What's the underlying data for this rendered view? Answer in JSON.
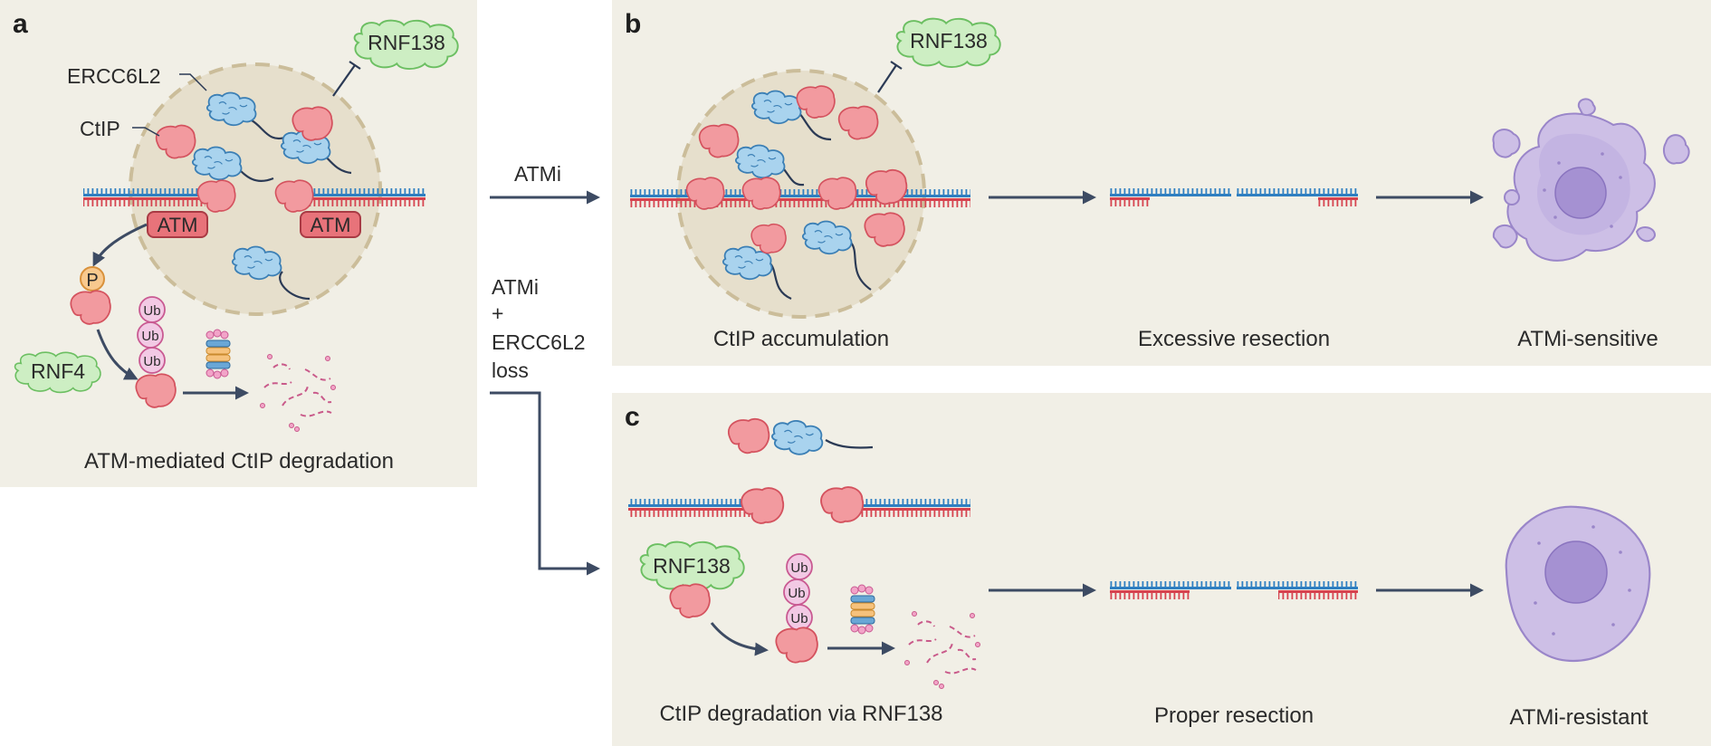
{
  "panels": {
    "a": {
      "letter": "a",
      "caption": "ATM-mediated CtIP degradation",
      "labels": {
        "ercc6l2": "ERCC6L2",
        "ctip": "CtIP",
        "rnf138": "RNF138",
        "atm_left": "ATM",
        "atm_right": "ATM",
        "phospho": "P",
        "rnf4": "RNF4",
        "ub1": "Ub",
        "ub2": "Ub",
        "ub3": "Ub"
      }
    },
    "b": {
      "letter": "b",
      "captions": {
        "accumulation": "CtIP accumulation",
        "resection": "Excessive resection",
        "outcome": "ATMi-sensitive"
      },
      "labels": {
        "rnf138": "RNF138"
      }
    },
    "c": {
      "letter": "c",
      "captions": {
        "degradation": "CtIP degradation via RNF138",
        "resection": "Proper resection",
        "outcome": "ATMi-resistant"
      },
      "labels": {
        "rnf138": "RNF138",
        "ub1": "Ub",
        "ub2": "Ub",
        "ub3": "Ub"
      }
    }
  },
  "connectors": {
    "top_label": "ATMi",
    "bottom_label_lines": [
      "ATMi",
      "+",
      "ERCC6L2",
      "loss"
    ]
  },
  "colors": {
    "panel_bg": "#f1efe6",
    "ctip": "#f29a9f",
    "ctip_stroke": "#d4525e",
    "ercc6l2": "#a9d3ee",
    "ercc6l2_stroke": "#3b7fb5",
    "rnf": "#cdeec3",
    "rnf_stroke": "#6cbf62",
    "atm": "#e8737a",
    "dna_blue": "#2f7fc1",
    "dna_red": "#d6434f",
    "ub": "#f2c9e4",
    "cell": "#cdbfe6",
    "arrow": "#3d4b63"
  }
}
